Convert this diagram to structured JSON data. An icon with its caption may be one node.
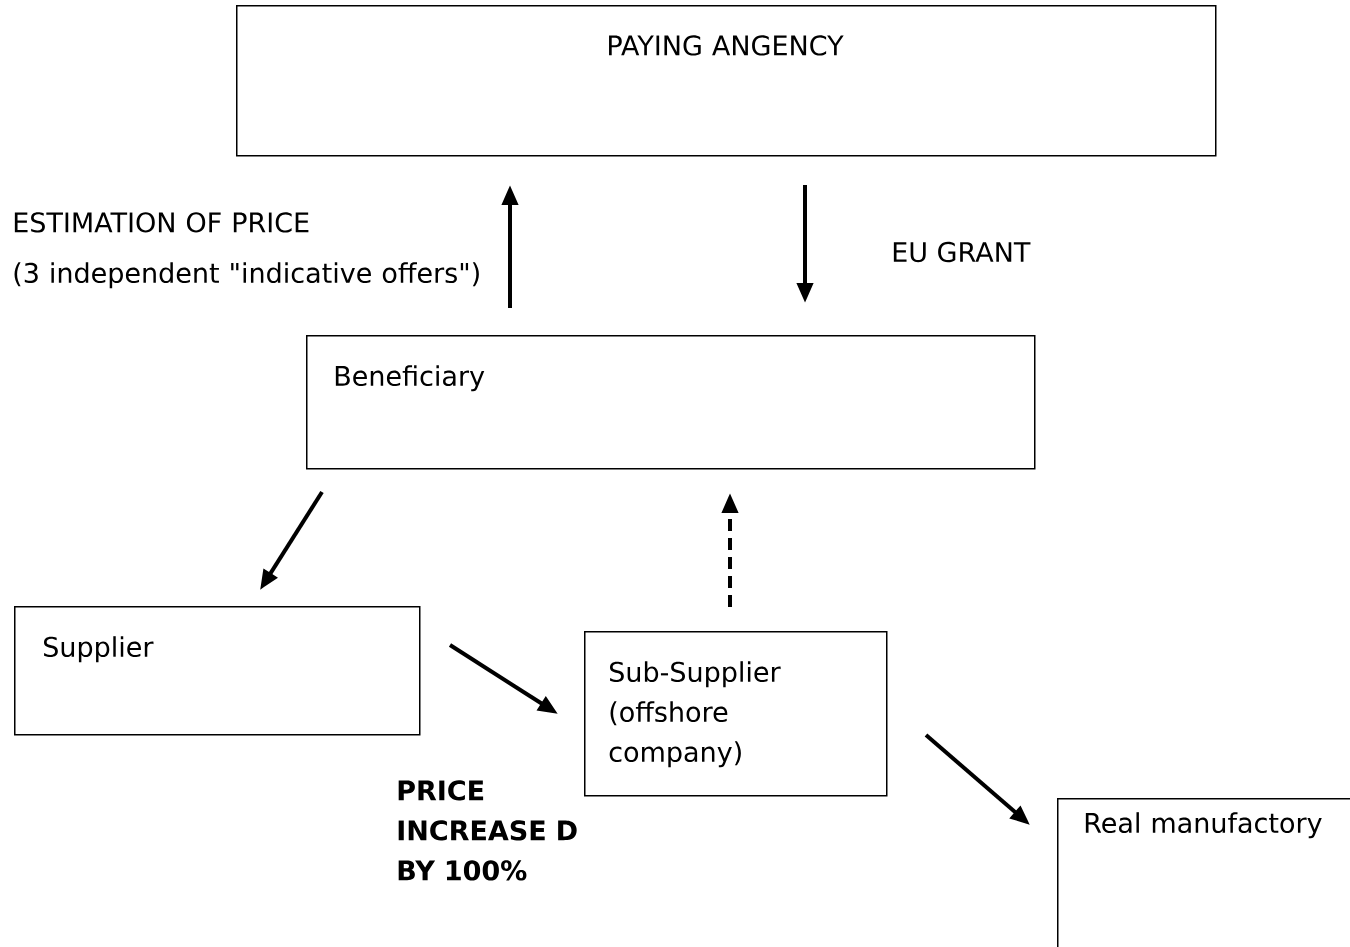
{
  "diagram": {
    "nodes": [
      {
        "text": [
          "PAYING ANGENCY"
        ]
      },
      {
        "text": [
          "Beneficiary"
        ]
      },
      {
        "text": [
          "Supplier"
        ]
      },
      {
        "text": [
          "Sub-Supplier (offshore company)"
        ]
      },
      {
        "text": [
          "Real manufactory"
        ]
      }
    ],
    "edges": [
      {
        "from": 1,
        "to": 0,
        "arrow": "to"
      },
      {
        "from": 0,
        "to": 1,
        "arrow": "to",
        "label": "EU GRANT"
      },
      {
        "from": 1,
        "to": 2,
        "arrow": "to"
      },
      {
        "from": 2,
        "to": 3,
        "arrow": "to"
      },
      {
        "from": 3,
        "to": 1,
        "arrow": "to",
        "style": "dashed"
      },
      {
        "from": 3,
        "to": 4,
        "arrow": "to"
      }
    ],
    "labels": [
      "ESTIMATION OF PRICE",
      "(3 independent \"indicative offers\")",
      "PRICE INCREASE D BY 100%"
    ]
  }
}
